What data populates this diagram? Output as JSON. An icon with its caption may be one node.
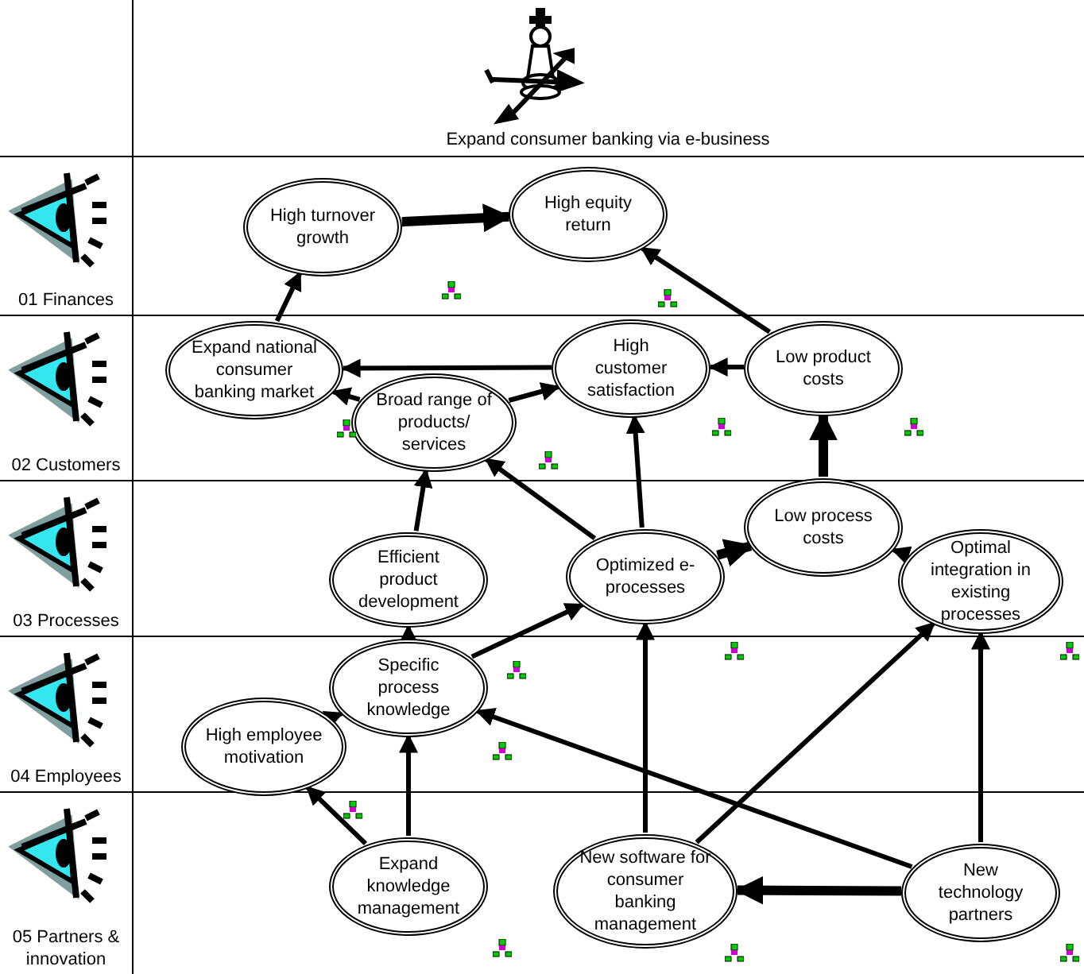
{
  "diagram": {
    "title": "Expand consumer banking via e-business",
    "nodes": [
      {
        "text": [
          "01 Finances"
        ]
      },
      {
        "text": [
          "High turnover growth"
        ],
        "in": 0
      },
      {
        "text": [
          "High equity return"
        ],
        "in": 0
      },
      {
        "text": [
          "02 Customers"
        ]
      },
      {
        "text": [
          "Expand national consumer banking market"
        ],
        "in": 3
      },
      {
        "text": [
          "High customer satisfaction"
        ],
        "in": 3
      },
      {
        "text": [
          "Low product costs"
        ],
        "in": 3
      },
      {
        "text": [
          "Broad range of products/ services"
        ],
        "in": 3
      },
      {
        "text": [
          "03 Processes"
        ]
      },
      {
        "text": [
          "Efficient product development"
        ],
        "in": 8
      },
      {
        "text": [
          "Optimized e-processes"
        ],
        "in": 8
      },
      {
        "text": [
          "Low process costs"
        ],
        "in": 8
      },
      {
        "text": [
          "Optimal integration in existing processes"
        ],
        "in": 8
      },
      {
        "text": [
          "04 Employees"
        ]
      },
      {
        "text": [
          "Specific process knowledge"
        ],
        "in": 13
      },
      {
        "text": [
          "High employee motivation"
        ],
        "in": 13
      },
      {
        "text": [
          "05 Partners & innovation"
        ]
      },
      {
        "text": [
          "Expand knowledge management"
        ],
        "in": 16
      },
      {
        "text": [
          "New software for consumer banking management"
        ],
        "in": 16
      },
      {
        "text": [
          "New technology partners"
        ],
        "in": 16
      }
    ],
    "edges": [
      {
        "from": 1,
        "to": 2,
        "arrow": "to",
        "style": "thick"
      },
      {
        "from": 4,
        "to": 1,
        "arrow": "to"
      },
      {
        "from": 6,
        "to": 2,
        "arrow": "to"
      },
      {
        "from": 5,
        "to": 4,
        "arrow": "to"
      },
      {
        "from": 6,
        "to": 5,
        "arrow": "to"
      },
      {
        "from": 7,
        "to": 4,
        "arrow": "to"
      },
      {
        "from": 7,
        "to": 5,
        "arrow": "to"
      },
      {
        "from": 9,
        "to": 7,
        "arrow": "to"
      },
      {
        "from": 10,
        "to": 7,
        "arrow": "to"
      },
      {
        "from": 10,
        "to": 5,
        "arrow": "to"
      },
      {
        "from": 11,
        "to": 6,
        "arrow": "to",
        "style": "thick"
      },
      {
        "from": 10,
        "to": 11,
        "arrow": "to",
        "style": "thick"
      },
      {
        "from": 12,
        "to": 11,
        "arrow": "to"
      },
      {
        "from": 14,
        "to": 9,
        "arrow": "to"
      },
      {
        "from": 14,
        "to": 10,
        "arrow": "to"
      },
      {
        "from": 15,
        "to": 14,
        "arrow": "to"
      },
      {
        "from": 17,
        "to": 14,
        "arrow": "to"
      },
      {
        "from": 17,
        "to": 15,
        "arrow": "to"
      },
      {
        "from": 18,
        "to": 10,
        "arrow": "to"
      },
      {
        "from": 18,
        "to": 12,
        "arrow": "to"
      },
      {
        "from": 19,
        "to": 14,
        "arrow": "to"
      },
      {
        "from": 19,
        "to": 12,
        "arrow": "to"
      },
      {
        "from": 19,
        "to": 18,
        "arrow": "to",
        "style": "thick"
      }
    ]
  }
}
